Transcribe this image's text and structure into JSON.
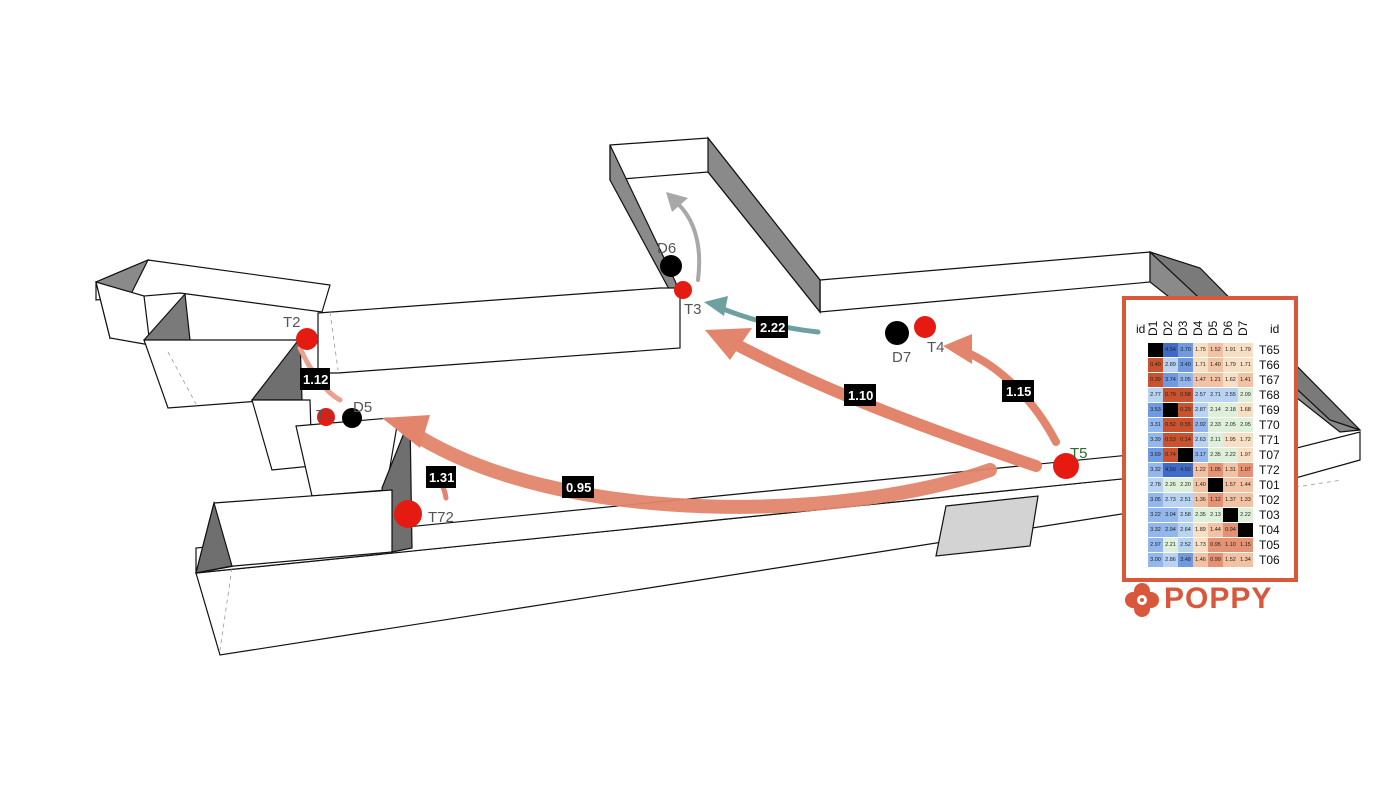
{
  "colors": {
    "accent": "#d9573b",
    "flow": "#e2856c",
    "teal": "#6ea0a0",
    "gray_flow": "#a8a8a8"
  },
  "nodes": {
    "T2": "T2",
    "T1": "T1",
    "D5": "D5",
    "D6": "D6",
    "T3": "T3",
    "D7": "D7",
    "T4": "T4",
    "T5": "T5",
    "T72": "T72"
  },
  "edges": {
    "e_t2_d5": "1.12",
    "e_t72_up": "1.31",
    "e_t5_t1": "0.95",
    "e_t5_t3": "1.10",
    "e_d7_t3": "2.22",
    "e_t5_t4": "1.15"
  },
  "matrix": {
    "col_header_left": "id",
    "col_header_right": "id",
    "columns": [
      "D1",
      "D2",
      "D3",
      "D4",
      "D5",
      "D6",
      "D7"
    ],
    "rows": [
      {
        "id": "T65",
        "v": [
          "",
          "4.54",
          "3.70",
          "1.75",
          "1.52",
          "1.91",
          "1.79"
        ]
      },
      {
        "id": "T66",
        "v": [
          "0.40",
          "2.89",
          "3.40",
          "1.71",
          "1.40",
          "1.79",
          "1.71"
        ]
      },
      {
        "id": "T67",
        "v": [
          "0.39",
          "3.74",
          "3.05",
          "1.47",
          "1.21",
          "1.62",
          "1.41"
        ]
      },
      {
        "id": "T68",
        "v": [
          "2.77",
          "0.79",
          "0.58",
          "2.57",
          "2.71",
          "2.55",
          "2.09"
        ]
      },
      {
        "id": "T69",
        "v": [
          "3.53",
          "",
          "0.29",
          "2.87",
          "2.14",
          "2.18",
          "1.68"
        ]
      },
      {
        "id": "T70",
        "v": [
          "3.31",
          "0.52",
          "0.55",
          "2.92",
          "2.33",
          "2.05",
          "2.05"
        ]
      },
      {
        "id": "T71",
        "v": [
          "3.39",
          "0.53",
          "0.14",
          "2.63",
          "2.11",
          "1.95",
          "1.72"
        ]
      },
      {
        "id": "T07",
        "v": [
          "3.69",
          "0.74",
          "",
          "3.17",
          "2.35",
          "2.22",
          "1.97"
        ]
      },
      {
        "id": "T72",
        "v": [
          "3.32",
          "4.50",
          "4.50",
          "1.22",
          "1.05",
          "1.31",
          "1.07"
        ]
      },
      {
        "id": "T01",
        "v": [
          "2.78",
          "2.26",
          "2.20",
          "1.40",
          "",
          "1.57",
          "1.44"
        ]
      },
      {
        "id": "T02",
        "v": [
          "3.05",
          "2.73",
          "2.51",
          "1.36",
          "1.12",
          "1.37",
          "1.33"
        ]
      },
      {
        "id": "T03",
        "v": [
          "3.22",
          "3.04",
          "2.58",
          "2.35",
          "2.13",
          "",
          "2.22"
        ]
      },
      {
        "id": "T04",
        "v": [
          "3.32",
          "2.94",
          "2.64",
          "1.89",
          "1.44",
          "0.94",
          ""
        ]
      },
      {
        "id": "T05",
        "v": [
          "2.97",
          "2.21",
          "2.52",
          "1.73",
          "0.95",
          "1.10",
          "1.15"
        ]
      },
      {
        "id": "T06",
        "v": [
          "3.00",
          "2.86",
          "3.48",
          "1.46",
          "0.99",
          "1.52",
          "1.34"
        ]
      }
    ]
  },
  "logo": {
    "text": "POPPY"
  }
}
